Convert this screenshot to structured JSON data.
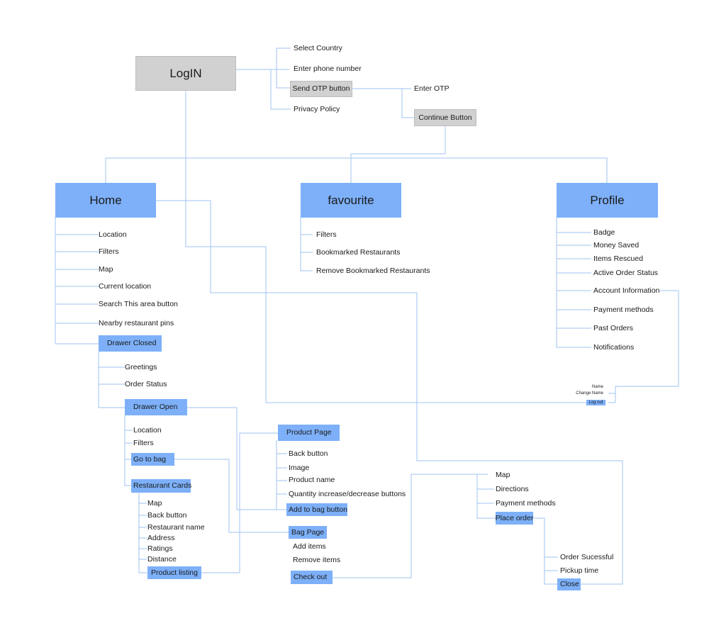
{
  "login": {
    "title": "LogIN",
    "items": [
      "Select Country",
      "Enter phone number",
      "Send OTP button",
      "Privacy Policy"
    ],
    "otp": "Enter OTP",
    "continue": "Continue Button"
  },
  "home": {
    "title": "Home",
    "items": [
      "Location",
      "Filters",
      "Map",
      "Current location",
      "Search This area button",
      "Nearby restaurant pins"
    ],
    "drawer_closed": {
      "label": "Drawer Closed",
      "items": [
        "Greetings",
        "Order Status"
      ]
    },
    "drawer_open": {
      "label": "Drawer Open",
      "items": [
        "Location",
        "Filters"
      ],
      "go_to_bag": "Go to bag",
      "restaurant_cards": {
        "label": "Restaurant Cards",
        "items": [
          "Map",
          "Back button",
          "Restaurant name",
          "Address",
          "Ratings",
          "Distance"
        ],
        "product_listing": "Product listing"
      }
    }
  },
  "product_page": {
    "label": "Product Page",
    "items": [
      "Back button",
      "Image",
      "Product name",
      "Quantity increase/decrease buttons"
    ],
    "add_to_bag": "Add to bag button"
  },
  "bag_page": {
    "label": "Bag Page",
    "items": [
      "Add items",
      "Remove items"
    ],
    "checkout": "Check out"
  },
  "checkout_page": {
    "items": [
      "Map",
      "Directions",
      "Payment methods"
    ],
    "place_order": "Place order",
    "order_items": [
      "Order Sucessful",
      "Pickup time"
    ],
    "close": "Close"
  },
  "favourite": {
    "title": "favourite",
    "items": [
      "Filters",
      "Bookmarked Restaurants",
      "Remove Bookmarked Restaurants"
    ]
  },
  "profile": {
    "title": "Profile",
    "items": [
      "Badge",
      "Money Saved",
      "Items Rescued",
      "Active Order Status",
      "Account Information",
      "Payment methods",
      "Past Orders",
      "Notifications"
    ],
    "account": {
      "name": "Name",
      "change_name": "Change Name",
      "logout": "Log out"
    }
  },
  "colors": {
    "node_blue": "#7db0f8",
    "node_gray": "#d1d1d1",
    "connector": "#9fc3f2"
  }
}
